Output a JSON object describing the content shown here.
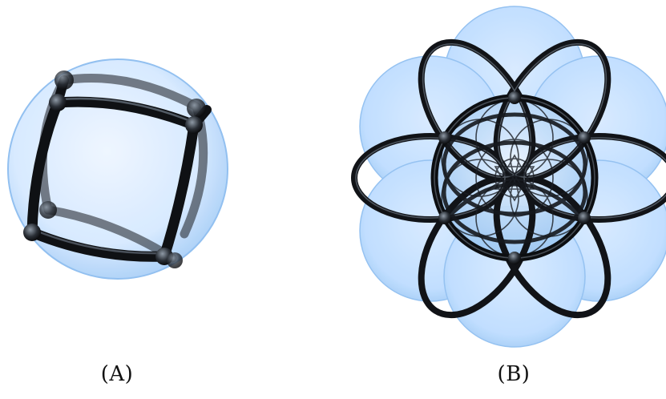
{
  "panels": [
    {
      "id": "A",
      "caption": "(A)"
    },
    {
      "id": "B",
      "caption": "(B)"
    }
  ],
  "colors": {
    "sphere_fill": "#bcdcff",
    "sphere_fill_light": "#eaf4ff",
    "sphere_edge": "#7fb4ee",
    "tube_dark": "#111111",
    "tube_highlight": "#9aa6b4"
  }
}
